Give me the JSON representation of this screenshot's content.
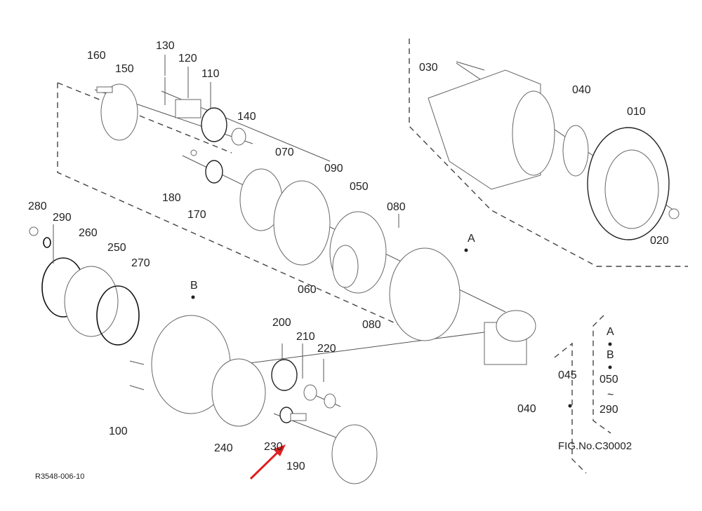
{
  "callouts": {
    "p010": "010",
    "p020": "020",
    "p030": "030",
    "p040": "040",
    "p040b": "040",
    "p045": "045",
    "p050": "050",
    "p060": "060",
    "p070": "070",
    "p080a": "080",
    "p080b": "080",
    "p090": "090",
    "p100": "100",
    "p110": "110",
    "p120": "120",
    "p130": "130",
    "p140": "140",
    "p150": "150",
    "p160": "160",
    "p170": "170",
    "p180": "180",
    "p190": "190",
    "p200": "200",
    "p210": "210",
    "p220": "220",
    "p230": "230",
    "p240": "240",
    "p250": "250",
    "p260": "260",
    "p270": "270",
    "p280": "280",
    "p290": "290"
  },
  "refs": {
    "a": "A",
    "b": "B"
  },
  "legend": {
    "a": "A",
    "b": "B",
    "from": "050",
    "tilde": "~",
    "to": "290"
  },
  "fig_no": "FIG.No.C30002",
  "drawing_no": "R3548-006-10",
  "colors": {
    "arrow": "#e02020",
    "line": "#555555"
  }
}
